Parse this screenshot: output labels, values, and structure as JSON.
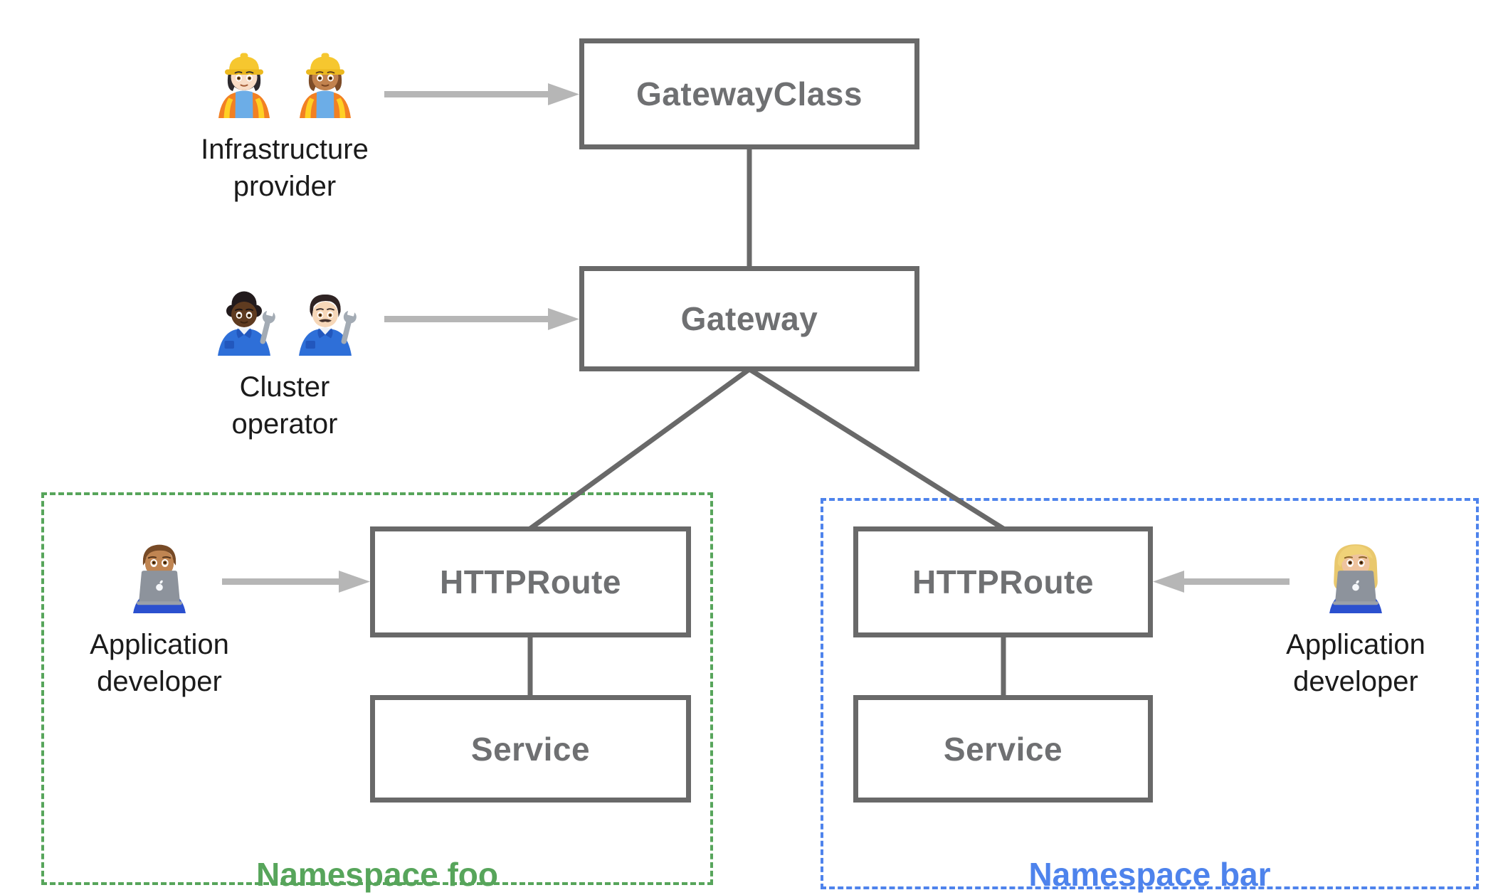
{
  "diagram": {
    "nodes": {
      "gateway_class": {
        "label": "GatewayClass"
      },
      "gateway": {
        "label": "Gateway"
      },
      "httproute_foo": {
        "label": "HTTPRoute"
      },
      "service_foo": {
        "label": "Service"
      },
      "httproute_bar": {
        "label": "HTTPRoute"
      },
      "service_bar": {
        "label": "Service"
      }
    },
    "namespaces": {
      "foo": {
        "label": "Namespace foo",
        "color": "#57a55b"
      },
      "bar": {
        "label": "Namespace bar",
        "color": "#4e83ec"
      }
    },
    "personas": {
      "infrastructure_provider": {
        "line1": "Infrastructure",
        "line2": "provider",
        "icons": [
          "woman-construction-worker-light-skin",
          "woman-construction-worker-medium-skin"
        ]
      },
      "cluster_operator": {
        "line1": "Cluster",
        "line2": "operator",
        "icons": [
          "mechanic-dark-skin",
          "man-mechanic-light-skin"
        ]
      },
      "application_developer_foo": {
        "line1": "Application",
        "line2": "developer",
        "icons": [
          "man-technologist"
        ]
      },
      "application_developer_bar": {
        "line1": "Application",
        "line2": "developer",
        "icons": [
          "woman-technologist"
        ]
      }
    },
    "colors": {
      "node_border": "#696969",
      "node_text": "#6f7072",
      "connector": "#696969",
      "arrow": "#b6b6b6",
      "persona_text": "#1b1b1b",
      "namespace_foo": "#57a55b",
      "namespace_bar": "#4e83ec"
    }
  }
}
